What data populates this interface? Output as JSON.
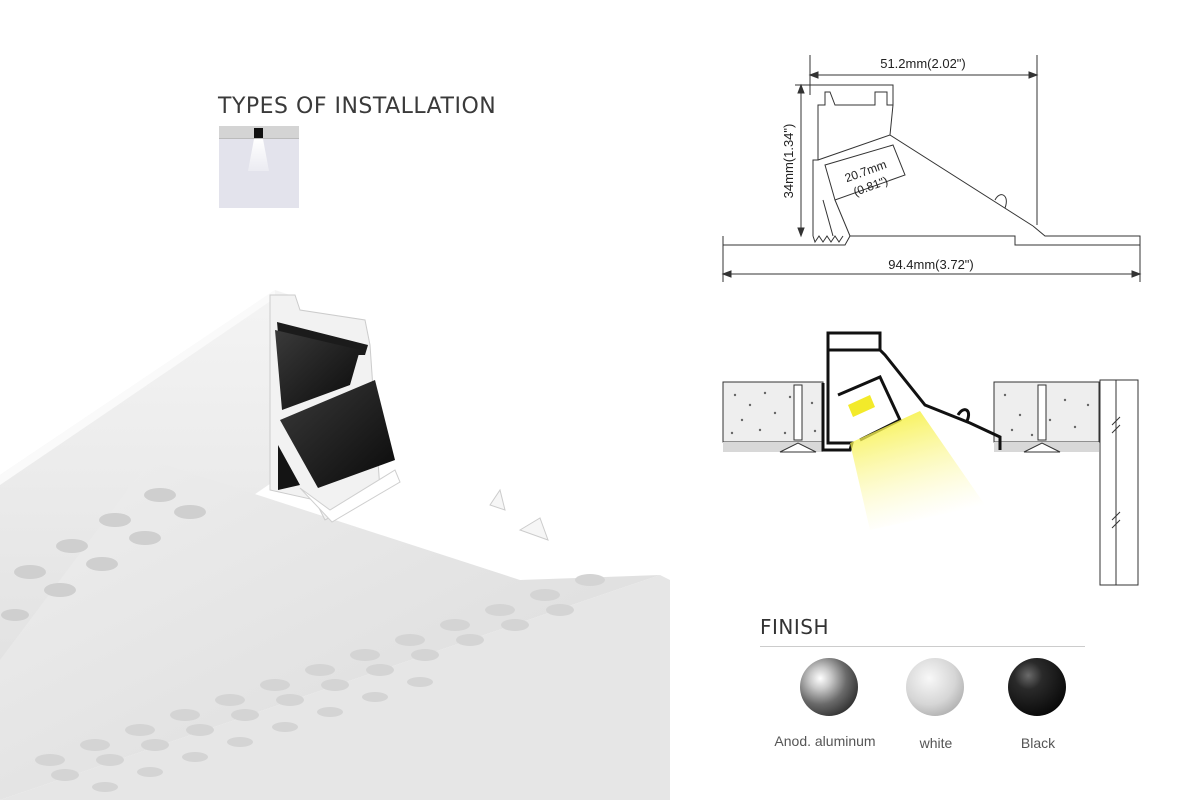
{
  "installation": {
    "title": "TYPES OF INSTALLATION"
  },
  "drawing": {
    "width_label": "51.2mm(2.02\")",
    "height_label": "34mm(1.34\")",
    "diffuser_label_mm": "20.7mm",
    "diffuser_label_in": "(0.81\")",
    "overall_label": "94.4mm(3.72\")"
  },
  "finish": {
    "title": "FINISH",
    "options": [
      {
        "label": "Anod. aluminum",
        "color": "#8e8e8e"
      },
      {
        "label": "white",
        "color": "#dcdcdc"
      },
      {
        "label": "Black",
        "color": "#1a1a1a"
      }
    ]
  }
}
